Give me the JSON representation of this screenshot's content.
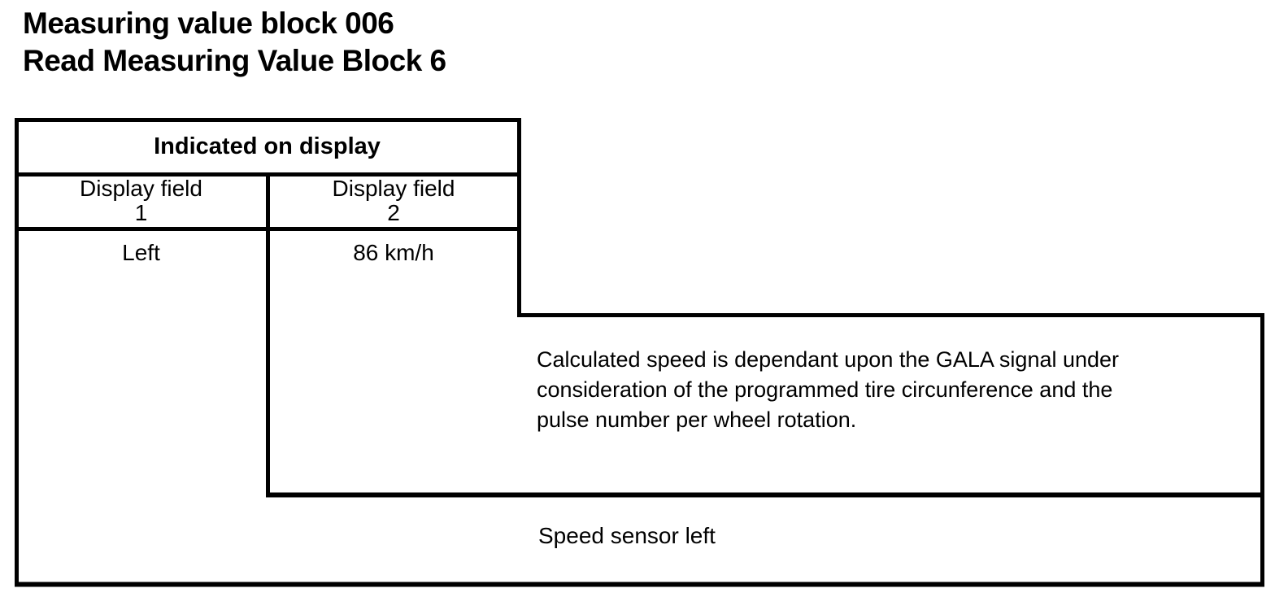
{
  "page": {
    "background_color": "#ffffff",
    "line_color": "#000000",
    "text_color": "#000000"
  },
  "title": {
    "line1": "Measuring value block 006",
    "line2": "Read Measuring Value Block 6"
  },
  "table": {
    "header": "Indicated on display",
    "columns": [
      {
        "label": "Display field",
        "number": "1"
      },
      {
        "label": "Display field",
        "number": "2"
      }
    ],
    "values": [
      {
        "field": "1",
        "value": "Left"
      },
      {
        "field": "2",
        "value": "86 km/h"
      }
    ]
  },
  "notes": {
    "field2": {
      "lines": [
        "Calculated speed is dependant upon the GALA signal under",
        "consideration of the programmed tire circunference and the",
        "pulse number per wheel rotation."
      ]
    },
    "field1": {
      "text": "Speed sensor left"
    }
  }
}
